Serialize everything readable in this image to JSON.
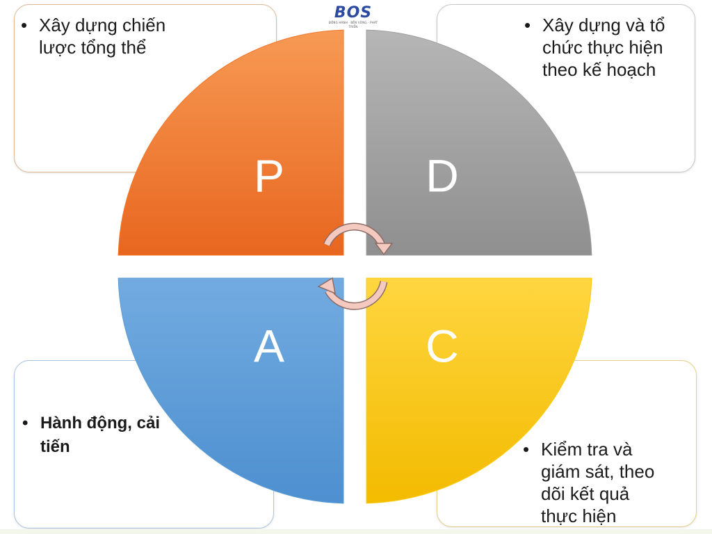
{
  "logo": {
    "wordmark": "BOS",
    "tagline": "ĐỒNG HÀNH · BỀN VỮNG · PHÁT TRIỂN"
  },
  "quadrants": [
    {
      "letter": "P",
      "color": "#f0762a",
      "description": "Xây dựng chiến\nlược tổng thể"
    },
    {
      "letter": "D",
      "color": "#9e9e9e",
      "description": "Xây dựng và tổ\nchức thực hiện\ntheo kế hoạch"
    },
    {
      "letter": "C",
      "color": "#fdc90a",
      "description": "Kiểm tra và\ngiám sát, theo\ndõi kết quả\nthực hiện"
    },
    {
      "letter": "A",
      "color": "#5b9bd5",
      "description": "Hành động, cải\ntiến"
    }
  ],
  "bullet": "•",
  "cycle_arrow_color": "#f4c9c0"
}
